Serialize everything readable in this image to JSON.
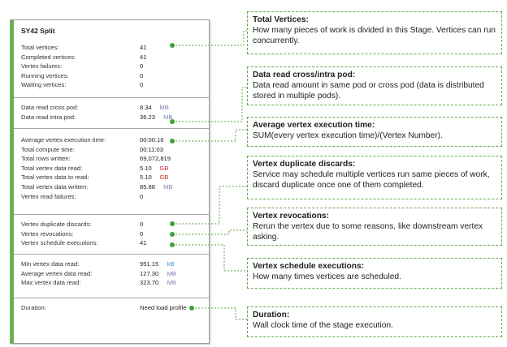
{
  "panel": {
    "title": "SY42 Split",
    "sections": [
      [
        {
          "label": "Total vertices:",
          "value": "41"
        },
        {
          "label": "Completed vertices:",
          "value": "41"
        },
        {
          "label": "Vertex failures:",
          "value": "0"
        },
        {
          "label": "Running vertices:",
          "value": "0"
        },
        {
          "label": "Waiting vertices:",
          "value": "0"
        }
      ],
      [
        {
          "label": "Data read cross pod:",
          "value": "8.34",
          "unit": "MB"
        },
        {
          "label": "Data read intra pod:",
          "value": "36.23",
          "unit": "MB"
        }
      ],
      [
        {
          "label": "Average vertex execution time:",
          "value": "00:00:16"
        },
        {
          "label": "Total compute time:",
          "value": "00:11:03"
        },
        {
          "label": "Total rows written:",
          "value": "69,072,819"
        },
        {
          "label": "Total vertex data read:",
          "value": "5.10",
          "unit": "GB"
        },
        {
          "label": "Total vertex data to read:",
          "value": "5.10",
          "unit": "GB"
        },
        {
          "label": "Total vertex data written:",
          "value": "85.88",
          "unit": "MB"
        },
        {
          "label": "Vertex read failures:",
          "value": "0"
        }
      ],
      [
        {
          "label": "Vertex duplicate discards:",
          "value": "0"
        },
        {
          "label": "Vertex revocations:",
          "value": "0"
        },
        {
          "label": "Vertex schedule executions:",
          "value": "41"
        }
      ],
      [
        {
          "label": "Min vertex data read:",
          "value": "951.15",
          "unit": "kB"
        },
        {
          "label": "Average vertex data read:",
          "value": "127.30",
          "unit": "MB"
        },
        {
          "label": "Max vertex data read:",
          "value": "323.70",
          "unit": "MB"
        }
      ],
      [
        {
          "label": "Duration:",
          "value": "Need load profile"
        }
      ]
    ]
  },
  "callouts": [
    {
      "title": "Total Vertices:",
      "text": "How many pieces of work is divided in this Stage. Vertices can run concurrently."
    },
    {
      "title": "Data read cross/intra pod:",
      "text": "Data read amount in same pod or cross pod (data is distributed stored in multiple pods)."
    },
    {
      "title": "Average vertex execution time:",
      "text": "SUM(every vertex execution time)/(Vertex Number)."
    },
    {
      "title": "Vertex duplicate discards:",
      "text": "Service may schedule multiple vertices run same pieces of work, discard duplicate once one of them completed."
    },
    {
      "title": "Vertex revocations:",
      "text": "Rerun the vertex due to some reasons, like downstream vertex asking."
    },
    {
      "title": "Vertex schedule executions:",
      "text": "How many times vertices are scheduled."
    },
    {
      "title": "Duration:",
      "text": "Wall clock time of the stage execution."
    }
  ],
  "colors": {
    "accent": "#63b545",
    "connector": "#5aa545",
    "dot": "#3aa335"
  }
}
